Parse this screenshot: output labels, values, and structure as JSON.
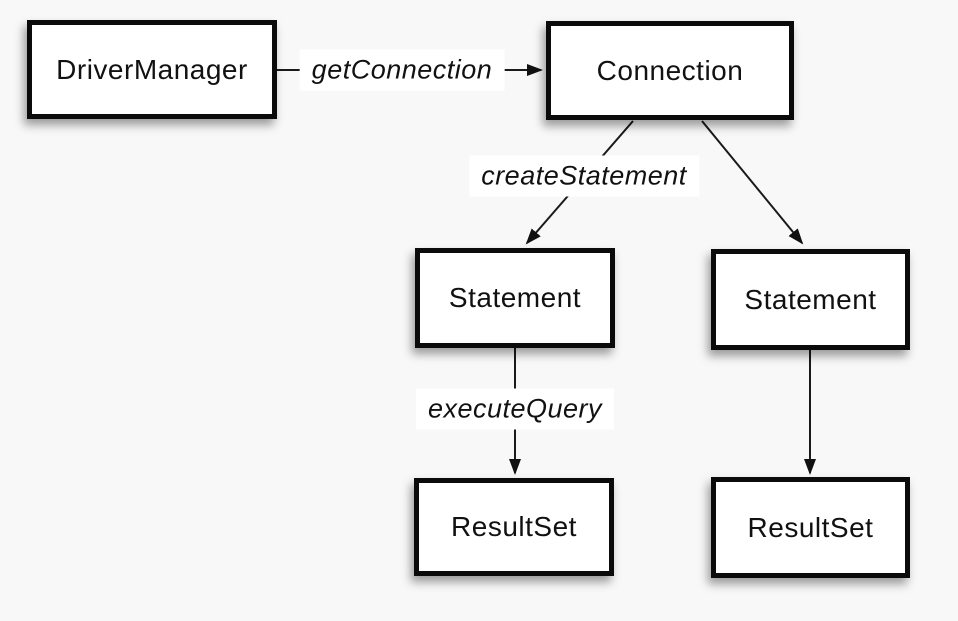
{
  "diagram": {
    "colors": {
      "background": "#f8f8f8",
      "node_fill": "#ffffff",
      "node_border": "#0b0b0b",
      "edge_line": "#1a1a1a",
      "label_background": "#ffffff",
      "text": "#111111"
    },
    "nodes": {
      "driver_manager": {
        "label": "DriverManager"
      },
      "connection": {
        "label": "Connection"
      },
      "statement_left": {
        "label": "Statement"
      },
      "statement_right": {
        "label": "Statement"
      },
      "resultset_left": {
        "label": "ResultSet"
      },
      "resultset_right": {
        "label": "ResultSet"
      }
    },
    "edge_labels": {
      "get_connection": "getConnection",
      "create_statement": "createStatement",
      "execute_query": "executeQuery"
    }
  }
}
